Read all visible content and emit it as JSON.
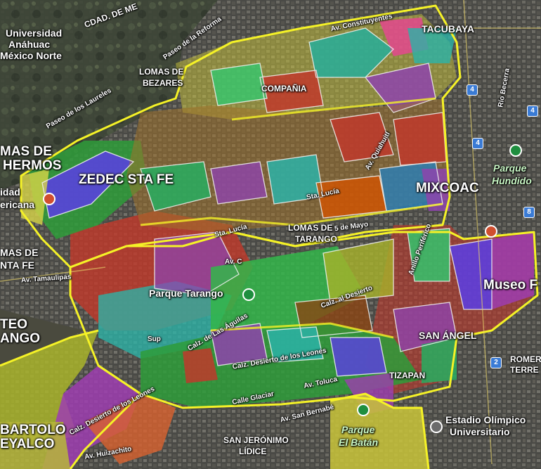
{
  "colors": {
    "boundary": "#f5f227",
    "satellite": "#3b3d35",
    "park_pin": "#1e8e3e",
    "poi_pin": "#d04f2f",
    "route_shield": "#3a7bd5"
  },
  "labels": {
    "universidad": "Universidad",
    "anahuac": "Anáhuac",
    "mexico_norte": "México Norte",
    "cdad_de_mex": "CDAD. DE ME",
    "paseo_reforma": "Paseo de la Reforma",
    "av_constituyentes": "Av. Constituyentes",
    "tacubaya": "TACUBAYA",
    "lomas_bezares_1": "LOMAS DE",
    "lomas_bezares_2": "BEZARES",
    "paseo_laureles": "Paseo de los Laureles",
    "compania": "COMPAÑIA",
    "rio_becerra": "Río Becerra",
    "lomas_hermosa_1": "MAS DE",
    "lomas_hermosa_2": "HERMOS",
    "zedec": "ZEDEC STA FE",
    "mixcoac": "MIXCOAC",
    "parque_hundido_1": "Parque",
    "parque_hundido_2": "Hundido",
    "ciudad_1": "idad",
    "ciudad_2": "ericana",
    "sta_lucia_1": "Sta. Lucía",
    "sta_lucia_2": "Sta. Lucía",
    "lomas_tarango_1": "LOMAS DE",
    "lomas_tarango_2": "TARANGO",
    "cinco_mayo": "5 de Mayo",
    "santa_fe_1": "MAS DE",
    "santa_fe_2": "NTA FE",
    "av_tamaulipas": "Av. Tamaulipas",
    "av_ce": "Av. C",
    "parque_tarango": "Parque Tarango",
    "museo": "Museo F",
    "teo": "TEO",
    "ango": "ANGO",
    "sup": "Sup",
    "calz_las_aguilas": "Calz. de Las Águilas",
    "desierto_leones_top": "Calz. Desierto de los Leones",
    "san_angel": "SAN ÁNGEL",
    "romero_1": "ROMER",
    "romero_2": "TERRE",
    "tizapan": "TIZAPAN",
    "av_toluca": "Av. Toluca",
    "calle_glaciar": "Calle Glaciar",
    "desierto_leones": "Calz. Desierto de los Leones",
    "av_san_bernabe": "Av. San Bernabé",
    "estadio_1": "Estadio Olímpico",
    "estadio_2": "Universitario",
    "bartolo_1": "BARTOLO",
    "bartolo_2": "EYALCO",
    "san_jeronimo_1": "SAN JERÓNIMO",
    "san_jeronimo_2": "LÍDICE",
    "parque_batan_1": "Parque",
    "parque_batan_2": "El Batán",
    "av_anillo": "Anillo Periférico",
    "rancho": "Calz. al Desierto",
    "av_huizachito": "Av. Huizachito",
    "av_quiahuitl": "Av. Quiahuitl"
  },
  "route_shields": [
    "4",
    "4",
    "4",
    "8",
    "2"
  ]
}
